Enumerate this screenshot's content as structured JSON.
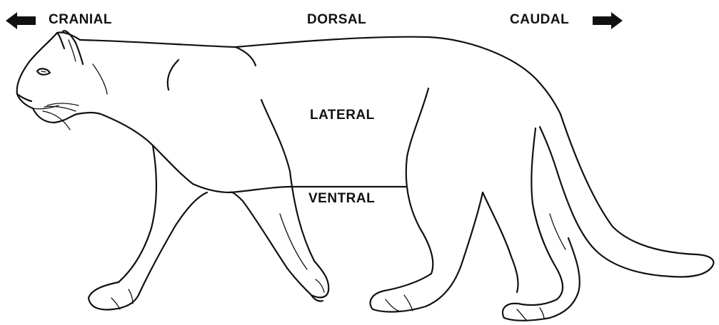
{
  "labels": {
    "cranial": "CRANIAL",
    "dorsal": "DORSAL",
    "caudal": "CAUDAL",
    "lateral": "LATERAL",
    "ventral": "VENTRAL"
  },
  "arrows": {
    "cranial": "left-arrow-icon",
    "caudal": "right-arrow-icon"
  },
  "figure": "cougar-outline",
  "colors": {
    "ink": "#111111",
    "background": "#ffffff"
  }
}
